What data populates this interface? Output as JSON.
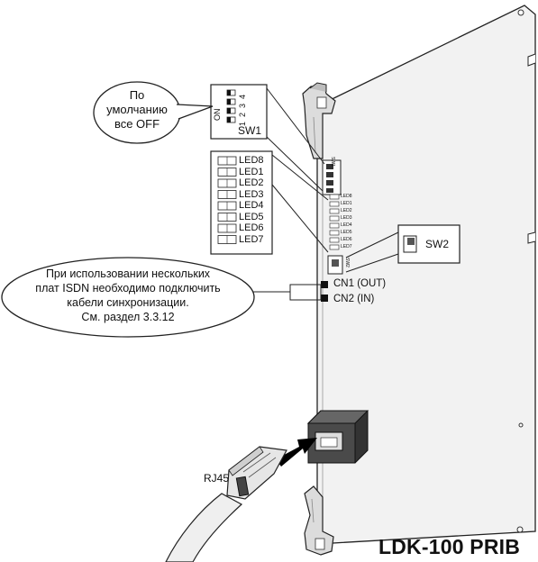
{
  "title": "LDK-100 PRIB",
  "callouts": {
    "default_off": [
      "По",
      "умолчанию",
      "все OFF"
    ],
    "sync_note": [
      "При использовании нескольких",
      "плат ISDN необходимо подключить",
      "кабели синхронизации.",
      "См. раздел 3.3.12"
    ]
  },
  "sw1": {
    "label": "SW1",
    "on_label": "ON",
    "positions": [
      "1",
      "2",
      "3",
      "4"
    ]
  },
  "leds": [
    "LED8",
    "LED1",
    "LED2",
    "LED3",
    "LED4",
    "LED5",
    "LED6",
    "LED7"
  ],
  "board_silk": {
    "sw1": "SW1",
    "sw2": "SW2",
    "leds": [
      "LED8",
      "LED1",
      "LED2",
      "LED3",
      "LED4",
      "LED5",
      "LED6",
      "LED7"
    ]
  },
  "sw2": {
    "label": "SW2"
  },
  "connectors": {
    "cn1": "CN1 (OUT)",
    "cn2": "CN2 (IN)"
  },
  "cable": {
    "label": "RJ45"
  }
}
